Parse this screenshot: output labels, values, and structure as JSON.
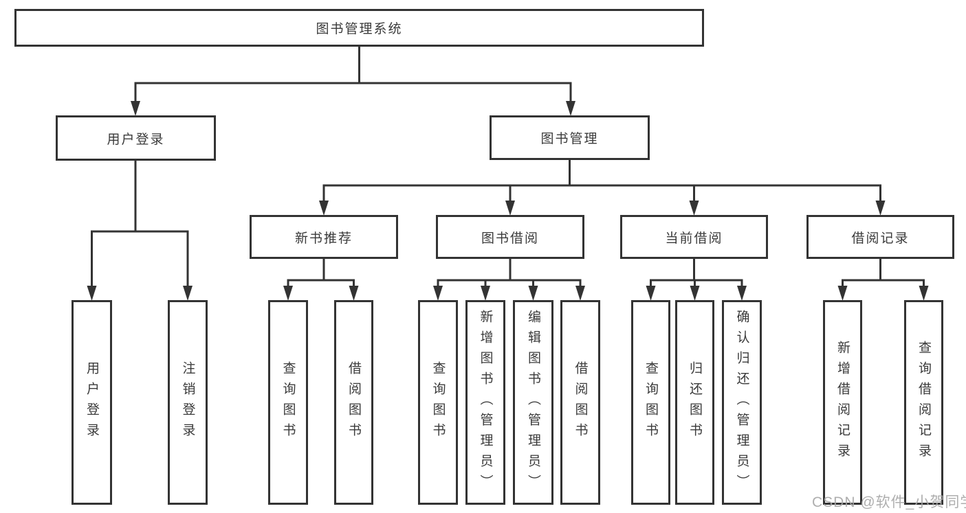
{
  "diagram_type": "hierarchy",
  "tree": {
    "root": {
      "label": "图书管理系统",
      "children": [
        {
          "label": "用户登录",
          "children": [
            {
              "label": "用户登录"
            },
            {
              "label": "注销登录"
            }
          ]
        },
        {
          "label": "图书管理",
          "children": [
            {
              "label": "新书推荐",
              "children": [
                {
                  "label": "查询图书"
                },
                {
                  "label": "借阅图书"
                }
              ]
            },
            {
              "label": "图书借阅",
              "children": [
                {
                  "label": "查询图书"
                },
                {
                  "label": "新增图书（管理员）"
                },
                {
                  "label": "编辑图书（管理员）"
                },
                {
                  "label": "借阅图书"
                }
              ]
            },
            {
              "label": "当前借阅",
              "children": [
                {
                  "label": "查询图书"
                },
                {
                  "label": "归还图书"
                },
                {
                  "label": "确认归还（管理员）"
                }
              ]
            },
            {
              "label": "借阅记录",
              "children": [
                {
                  "label": "新增借阅记录"
                },
                {
                  "label": "查询借阅记录"
                }
              ]
            }
          ]
        }
      ]
    }
  },
  "watermark": "CSDN @软件_小贺同学",
  "colors": {
    "line": "#333333",
    "box_border": "#333333",
    "text": "#3a3a3a",
    "watermark": "#a8a8a8",
    "background": "#ffffff"
  }
}
